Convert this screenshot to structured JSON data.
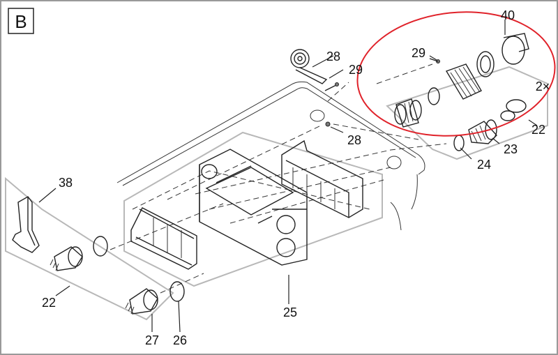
{
  "view_letter": "B",
  "labels": {
    "p40": "40",
    "p29_top": "29",
    "p29_right": "29",
    "p28_top": "28",
    "p28_right": "28",
    "qty": "2×",
    "p22_right": "22",
    "p23": "23",
    "p24": "24",
    "p38": "38",
    "p22_left": "22",
    "p25": "25",
    "p27": "27",
    "p26": "26"
  },
  "colors": {
    "highlight_ellipse": "#e0222a",
    "group_outline": "#b8b8b8"
  }
}
